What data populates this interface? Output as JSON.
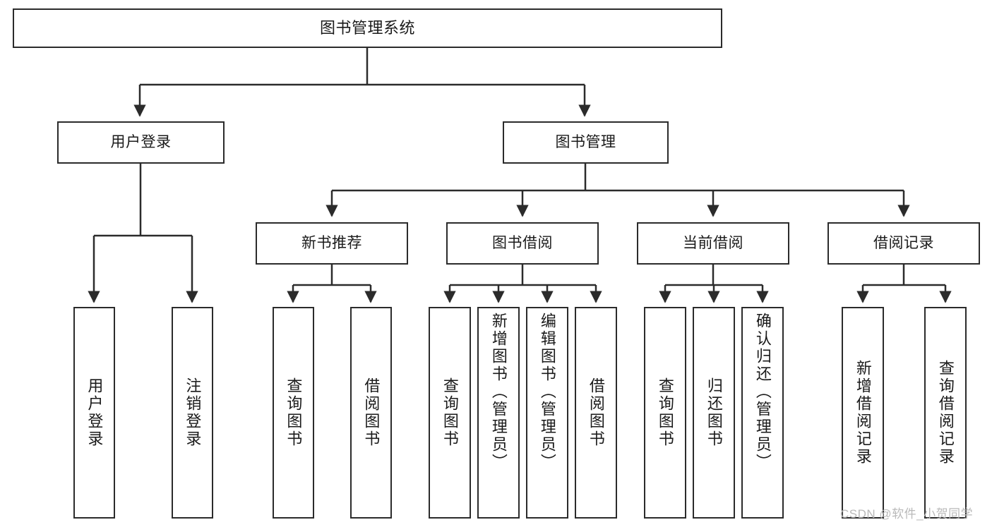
{
  "diagram": {
    "type": "tree",
    "title": "图书管理系统",
    "root": {
      "label": "图书管理系统"
    },
    "level1": [
      {
        "label": "用户登录"
      },
      {
        "label": "图书管理"
      }
    ],
    "level2": [
      {
        "label": "新书推荐"
      },
      {
        "label": "图书借阅"
      },
      {
        "label": "当前借阅"
      },
      {
        "label": "借阅记录"
      }
    ],
    "leaves": {
      "user_login": [
        {
          "label": "用户登录"
        },
        {
          "label": "注销登录"
        }
      ],
      "new_book_recommend": [
        {
          "label": "查询图书"
        },
        {
          "label": "借阅图书"
        }
      ],
      "book_borrow": [
        {
          "label": "查询图书"
        },
        {
          "label": "新增图书（管理员）"
        },
        {
          "label": "编辑图书（管理员）"
        },
        {
          "label": "借阅图书"
        }
      ],
      "current_borrow": [
        {
          "label": "查询图书"
        },
        {
          "label": "归还图书"
        },
        {
          "label": "确认归还（管理员）"
        }
      ],
      "borrow_record": [
        {
          "label": "新增借阅记录"
        },
        {
          "label": "查询借阅记录"
        }
      ]
    }
  },
  "watermark": {
    "text": "CSDN @软件_小贺同学"
  },
  "colors": {
    "stroke": "#2b2b2b",
    "fill": "#ffffff",
    "text": "#1a1a1a",
    "watermark": "#b9b9b9"
  }
}
